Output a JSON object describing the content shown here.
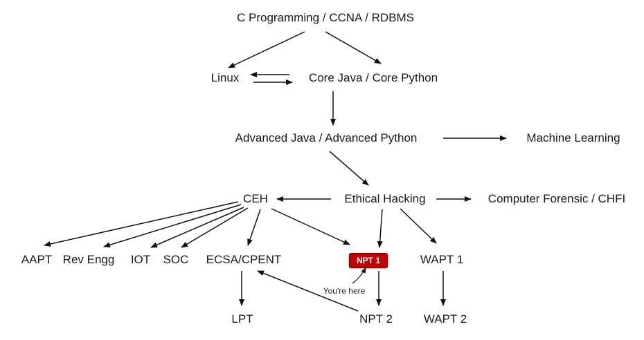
{
  "nodes": {
    "top": "C Programming / CCNA / RDBMS",
    "linux": "Linux",
    "core": "Core Java / Core Python",
    "advanced": "Advanced Java / Advanced Python",
    "ml": "Machine Learning",
    "ceh": "CEH",
    "ethical": "Ethical Hacking",
    "forensic": "Computer Forensic / CHFI",
    "aapt": "AAPT",
    "reveng": "Rev Engg",
    "iot": "IOT",
    "soc": "SOC",
    "ecsa": "ECSA/CPENT",
    "npt1": "NPT 1",
    "wapt1": "WAPT 1",
    "lpt": "LPT",
    "npt2": "NPT 2",
    "wapt2": "WAPT 2"
  },
  "annotation": {
    "you_are_here": "You're here"
  },
  "colors": {
    "badge": "#c00000",
    "arrow": "#111111"
  }
}
